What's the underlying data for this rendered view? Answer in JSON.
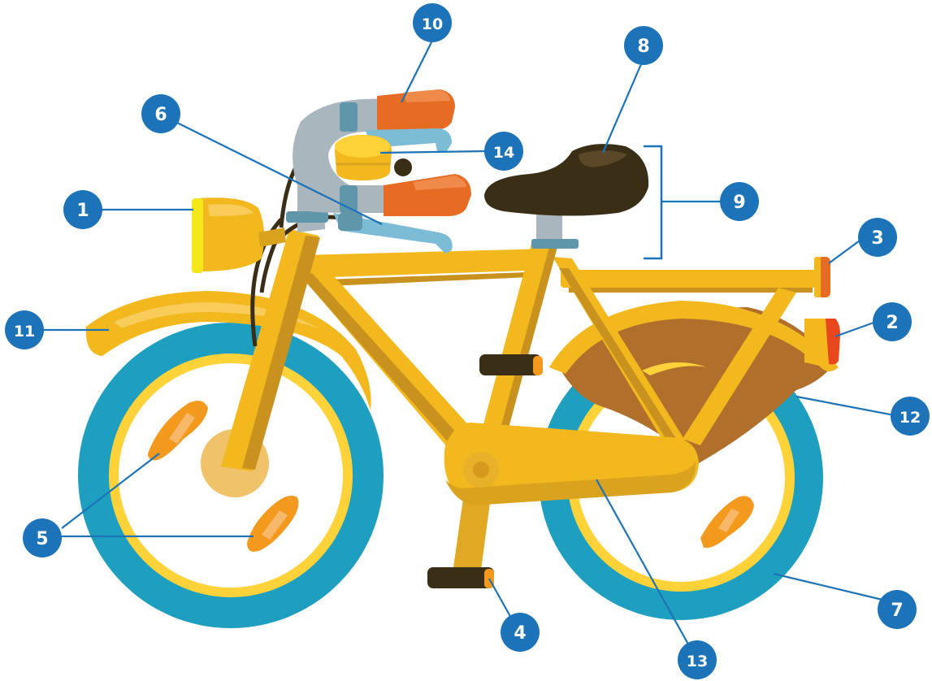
{
  "diagram": {
    "colors": {
      "frame": "#f2b81d",
      "frame_shadow": "#c9921f",
      "tire": "#1e9fc0",
      "rim": "#ffd23a",
      "reflector": "#f39a1e",
      "grip": "#e56c22",
      "handlebar": "#a9b6be",
      "brake_lever": "#7dbcd6",
      "saddle": "#3a2e17",
      "skirt_guard": "#b06f2b",
      "callout": "#1c73b8",
      "light_lens": "#f6e71d",
      "rear_reflector": "#e8471e"
    },
    "callouts": [
      {
        "id": "callout-1",
        "label": "1",
        "part": "headlight"
      },
      {
        "id": "callout-2",
        "label": "2",
        "part": "rear-reflector"
      },
      {
        "id": "callout-3",
        "label": "3",
        "part": "rear-light"
      },
      {
        "id": "callout-4",
        "label": "4",
        "part": "pedal"
      },
      {
        "id": "callout-5",
        "label": "5",
        "part": "spoke-reflectors"
      },
      {
        "id": "callout-6",
        "label": "6",
        "part": "brake-lever"
      },
      {
        "id": "callout-7",
        "label": "7",
        "part": "tire"
      },
      {
        "id": "callout-8",
        "label": "8",
        "part": "saddle"
      },
      {
        "id": "callout-9",
        "label": "9",
        "part": "seat-post"
      },
      {
        "id": "callout-10",
        "label": "10",
        "part": "handlebar-grip"
      },
      {
        "id": "callout-11",
        "label": "11",
        "part": "front-mudguard"
      },
      {
        "id": "callout-12",
        "label": "12",
        "part": "skirt-guard"
      },
      {
        "id": "callout-13",
        "label": "13",
        "part": "chain-guard"
      },
      {
        "id": "callout-14",
        "label": "14",
        "part": "bell"
      }
    ]
  }
}
